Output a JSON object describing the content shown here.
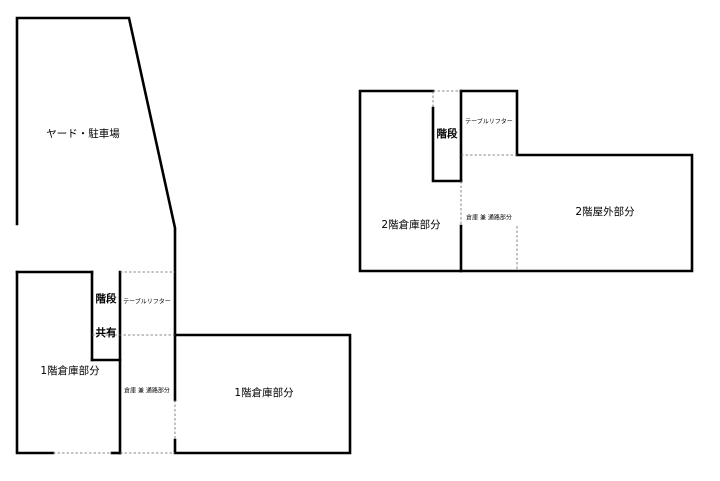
{
  "floor1": {
    "yard_parking": "ヤード・駐車場",
    "stairs": "階段",
    "shared": "共有",
    "table_lifter": "テーブルリフター",
    "storage_left": "1階倉庫部分",
    "storage_passage": "倉庫 兼 通路部分",
    "storage_right": "1階倉庫部分"
  },
  "floor2": {
    "stairs": "階段",
    "table_lifter": "テーブルリフター",
    "storage": "2階倉庫部分",
    "storage_passage": "倉庫 兼 通路部分",
    "outdoor": "2階屋外部分"
  }
}
